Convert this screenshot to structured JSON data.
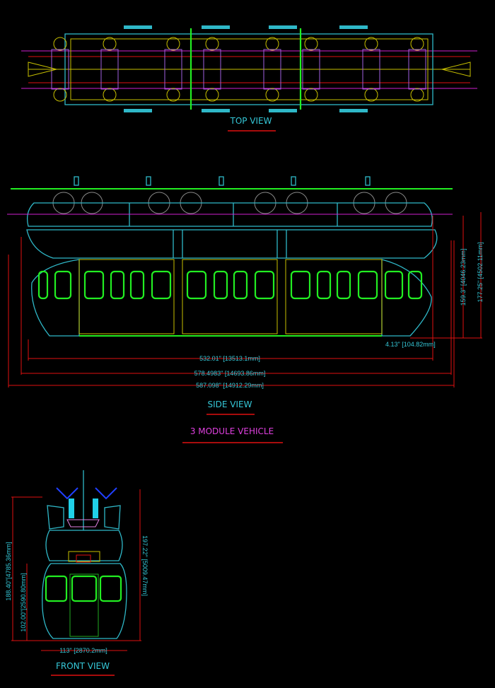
{
  "views": {
    "top": {
      "title": "TOP VIEW"
    },
    "side": {
      "title": "SIDE VIEW",
      "subtitle": "3 MODULE VEHICLE",
      "dims": {
        "gap": "4.13\" [104.82mm]",
        "length_body": "532.01\" [13513.1mm]",
        "length_mid": "578.4983\" [14693.86mm]",
        "length_overall": "587.098\" [14912.29mm]",
        "height_body": "159.3\" [4046.23mm]",
        "height_overall": "177.25\" [4502.11mm]"
      }
    },
    "front": {
      "title": "FRONT VIEW",
      "dims": {
        "height_total": "188.40\"[4785.36mm]",
        "height_cabin": "102.00\"[2590.80mm]",
        "height_right": "197.22\" [5009.47mm]",
        "width": "113\" [2870.2mm]"
      }
    }
  },
  "colors": {
    "cyan": "#2fb8c8",
    "green": "#22ee22",
    "red": "#e01010",
    "magenta": "#d020d0",
    "yellow": "#c8c000"
  }
}
